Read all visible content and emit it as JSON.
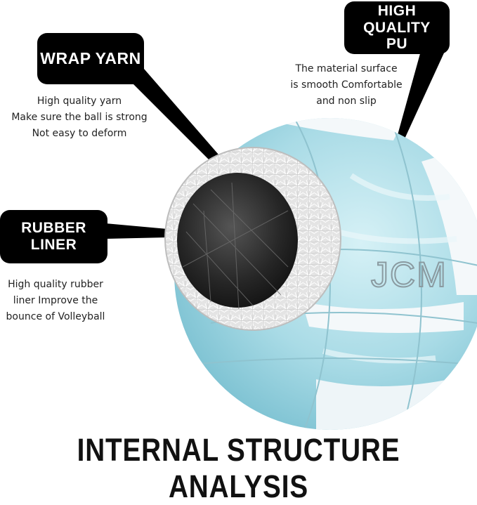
{
  "callouts": {
    "wrap_yarn": {
      "title": "WRAP YARN",
      "lines": [
        "High quality yarn",
        "Make sure the ball is strong",
        "Not easy to deform"
      ]
    },
    "high_quality_pu": {
      "title_lines": [
        "HIGH",
        "QUALITY",
        "PU"
      ],
      "lines": [
        "The material surface",
        "is smooth Comfortable",
        "and non slip"
      ]
    },
    "rubber_liner": {
      "title_lines": [
        "RUBBER",
        "LINER"
      ],
      "lines": [
        "High quality rubber",
        "liner Improve the",
        "bounce of Volleyball"
      ]
    }
  },
  "ball": {
    "logo_text": "JCM"
  },
  "footer": {
    "title": "INTERNAL STRUCTURE ANALYSIS"
  },
  "colors": {
    "ball_blue": "#a9dbe6",
    "ball_white": "#f4f8fa",
    "label_bg": "#000000"
  }
}
